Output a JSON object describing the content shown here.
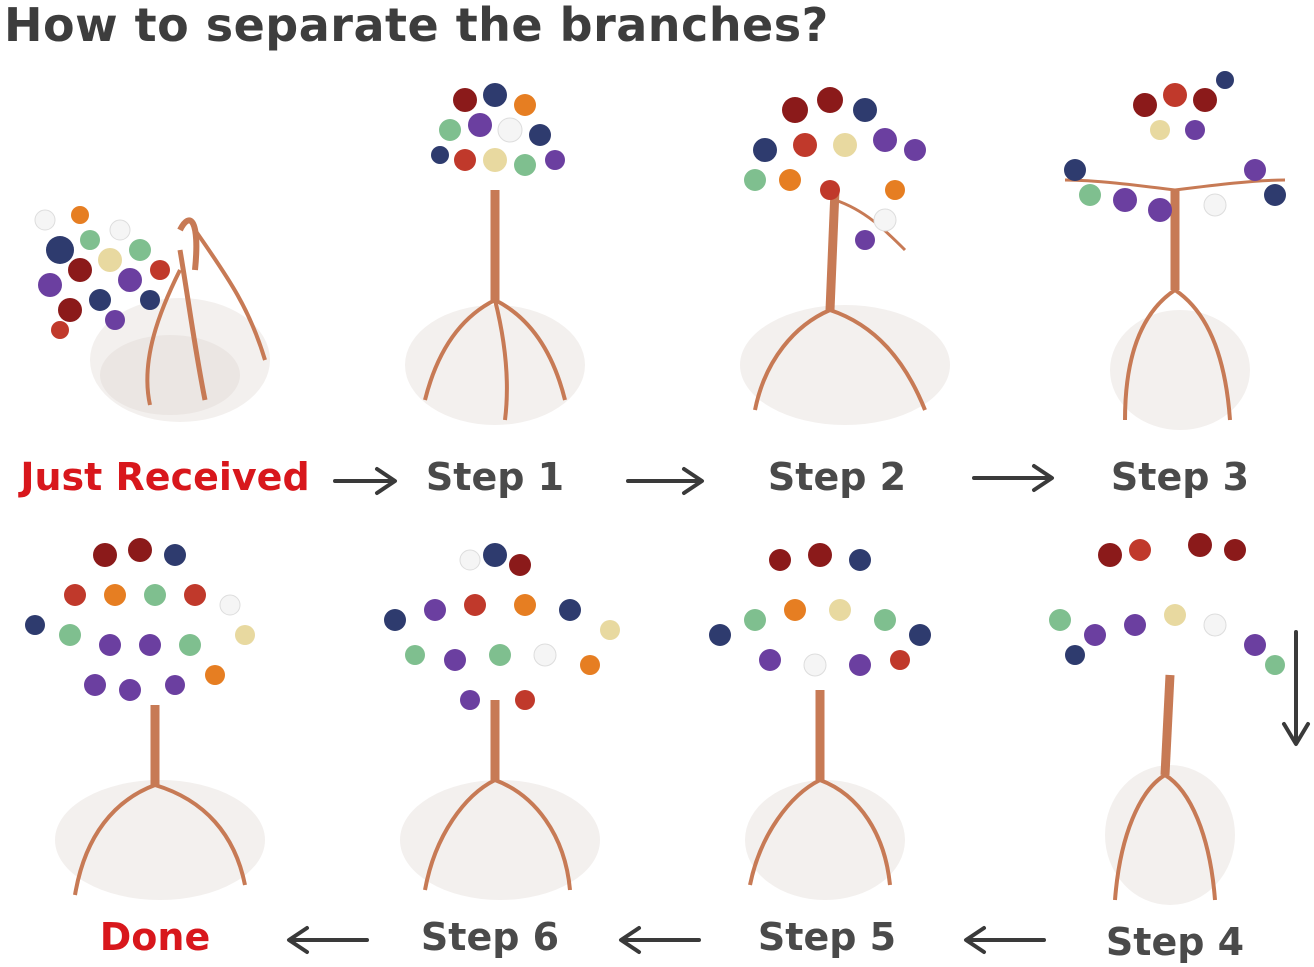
{
  "title": "How to separate the branches?",
  "colors": {
    "title": "#3d3d3d",
    "step_text": "#4a4a4a",
    "highlight_text": "#d8171c",
    "copper_wire": "#c77a55",
    "quartz": "#f3f0ee",
    "arrow": "#3a3a3a"
  },
  "steps": [
    {
      "label": "Just Received",
      "highlight": true
    },
    {
      "label": "Step 1",
      "highlight": false
    },
    {
      "label": "Step 2",
      "highlight": false
    },
    {
      "label": "Step 3",
      "highlight": false
    },
    {
      "label": "Step 4",
      "highlight": false
    },
    {
      "label": "Step 5",
      "highlight": false
    },
    {
      "label": "Step 6",
      "highlight": false
    },
    {
      "label": "Done",
      "highlight": true
    }
  ]
}
